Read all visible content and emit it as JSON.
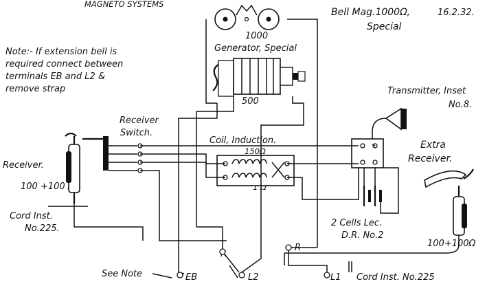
{
  "header": {
    "title_partial": "MAGNETO SYSTEMS",
    "bell_label": "Bell Mag.1000Ω,",
    "bell_special": "Special",
    "date": "16.2.32."
  },
  "note": {
    "lines": [
      "Note:- If extension bell is",
      "required connect between",
      "terminals EB and L2 &",
      "remove strap"
    ]
  },
  "generator": {
    "ohms_top": "1000",
    "label": "Generator, Special",
    "ohms_bottom": "500"
  },
  "receiver_switch": {
    "label_line1": "Receiver",
    "label_line2": "Switch."
  },
  "receiver": {
    "label": "Receiver.",
    "ohms": "100 +100 Ω"
  },
  "cord_left": {
    "line1": "Cord Inst.",
    "line2": "No.225."
  },
  "induction_coil": {
    "label": "Coil, Induction.",
    "primary_ohms": "150Ω",
    "secondary_ohms": "1 Ω"
  },
  "transmitter": {
    "line1": "Transmitter, Inset",
    "line2": "No.8."
  },
  "extra_receiver": {
    "line1": "Extra",
    "line2": "Receiver.",
    "ohms": "100+100Ω"
  },
  "battery": {
    "line1": "2 Cells Lec.",
    "line2": "D.R. No.2"
  },
  "terminals": {
    "eb": "EB",
    "l2": "L2",
    "l1": "L1",
    "r_left": "R",
    "r_right": "R",
    "see_note": "See Note"
  },
  "cord_right": {
    "label": "Cord Inst. No.225"
  }
}
